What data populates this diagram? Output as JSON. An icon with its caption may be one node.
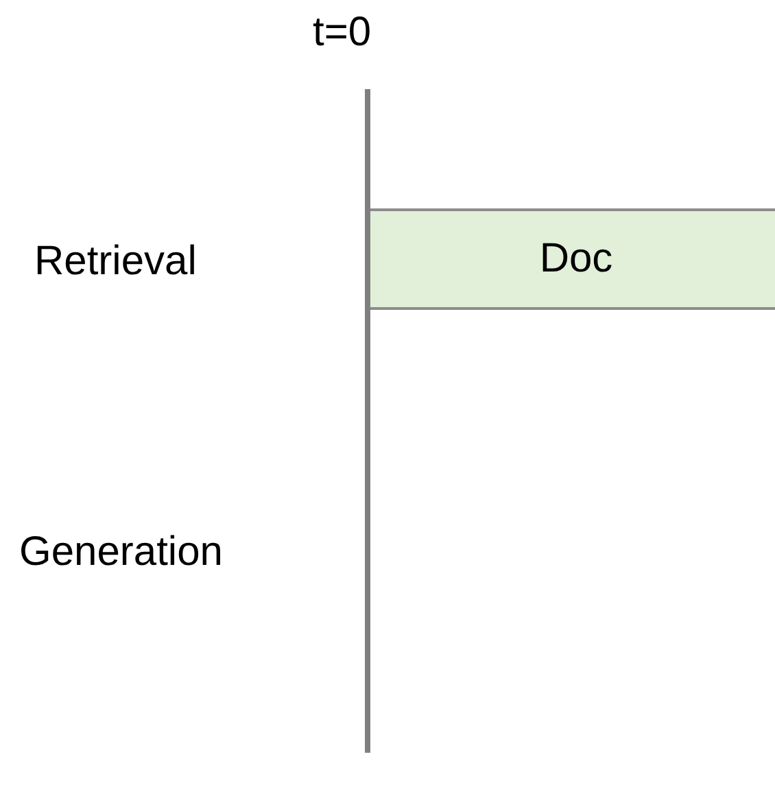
{
  "diagram": {
    "nodes": [
      {
        "text": [
          "Doc"
        ]
      }
    ],
    "labels": [
      "t=0",
      "Retrieval",
      "Generation"
    ]
  }
}
